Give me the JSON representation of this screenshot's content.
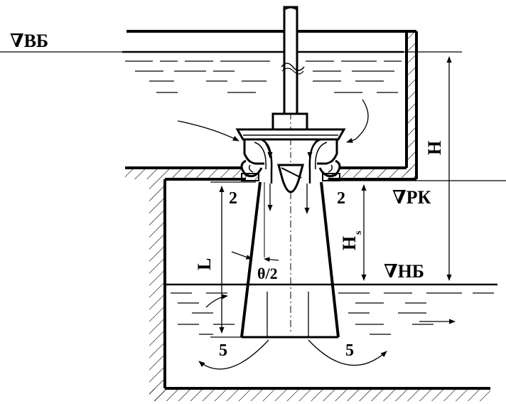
{
  "labels": {
    "headwater": "∇ВБ",
    "runner_level": "∇РК",
    "tailwater": "∇НБ",
    "head": "Н",
    "suction_head_main": "Н",
    "suction_head_sub": "s",
    "length": "L",
    "angle": "θ/2",
    "section_2_left": "2",
    "section_2_right": "2",
    "section_5_left": "5",
    "section_5_right": "5"
  },
  "colors": {
    "ink": "#000000",
    "background": "#ffffff"
  }
}
